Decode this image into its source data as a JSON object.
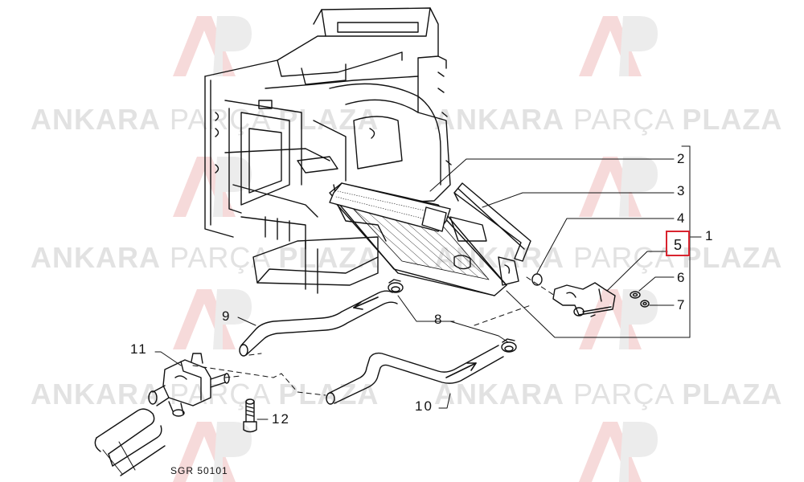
{
  "watermark": {
    "brand_bold_1": "ANKARA",
    "brand_light": "PARÇA",
    "brand_bold_2": "PLAZA",
    "logo_color": "#f4d6d6",
    "text_color": "#e2e2e2"
  },
  "diagram": {
    "drawing_code": "SGR 50101",
    "highlight_color": "#d9232e",
    "highlighted_part": "5",
    "callouts": [
      "1",
      "2",
      "3",
      "4",
      "5",
      "6",
      "7",
      "8",
      "9",
      "10",
      "11",
      "12"
    ]
  }
}
